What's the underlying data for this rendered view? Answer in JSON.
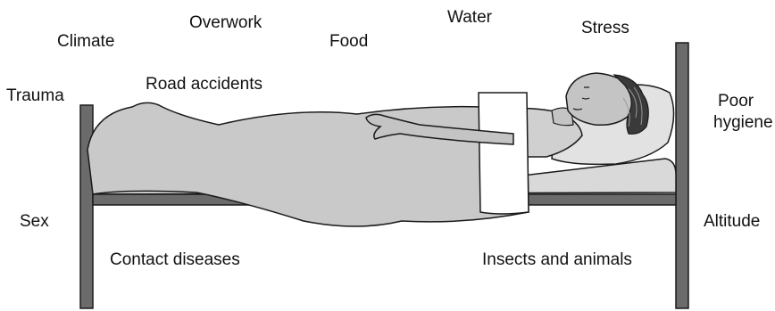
{
  "labels": {
    "climate": "Climate",
    "overwork": "Overwork",
    "food": "Food",
    "water": "Water",
    "stress": "Stress",
    "trauma": "Trauma",
    "road_accidents": "Road accidents",
    "poor_hygiene_line1": "Poor",
    "poor_hygiene_line2": "hygiene",
    "sex": "Sex",
    "altitude": "Altitude",
    "contact_diseases": "Contact diseases",
    "insects_and_animals": "Insects and animals"
  },
  "colors": {
    "frame": "#6b6b6b",
    "blanket": "#c9c9c9",
    "mattress": "#d9d9d9",
    "pillow": "#e2e2e2",
    "skin": "#c4c4c4",
    "outline": "#1a1a1a"
  }
}
